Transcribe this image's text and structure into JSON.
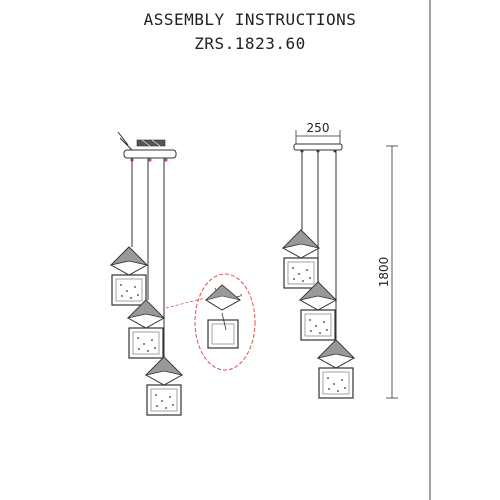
{
  "header": {
    "title": "ASSEMBLY INSTRUCTIONS",
    "model": "ZRS.1823.60"
  },
  "dimensions": {
    "width_label": "250",
    "height_label": "1800"
  },
  "colors": {
    "line": "#333333",
    "detail_circle": "#d9534f",
    "shade": "#777777"
  }
}
